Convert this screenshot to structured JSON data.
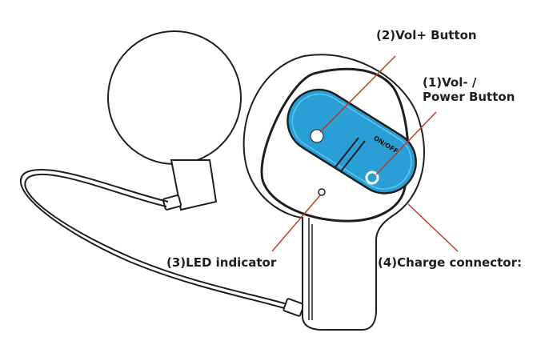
{
  "labels": {
    "vol_plus": "(2)Vol+ Button",
    "vol_minus_line1": "(1)Vol- /",
    "vol_minus_line2": "Power Button",
    "led": "(3)LED indicator",
    "charge": "(4)Charge connector:"
  },
  "device": {
    "switch_text": "ON/OFF"
  },
  "colors": {
    "outline": "#1f1f1f",
    "button_panel": "#2a9fd6",
    "button_panel_light": "#5ec3ee",
    "callout_line": "#c0392b"
  }
}
